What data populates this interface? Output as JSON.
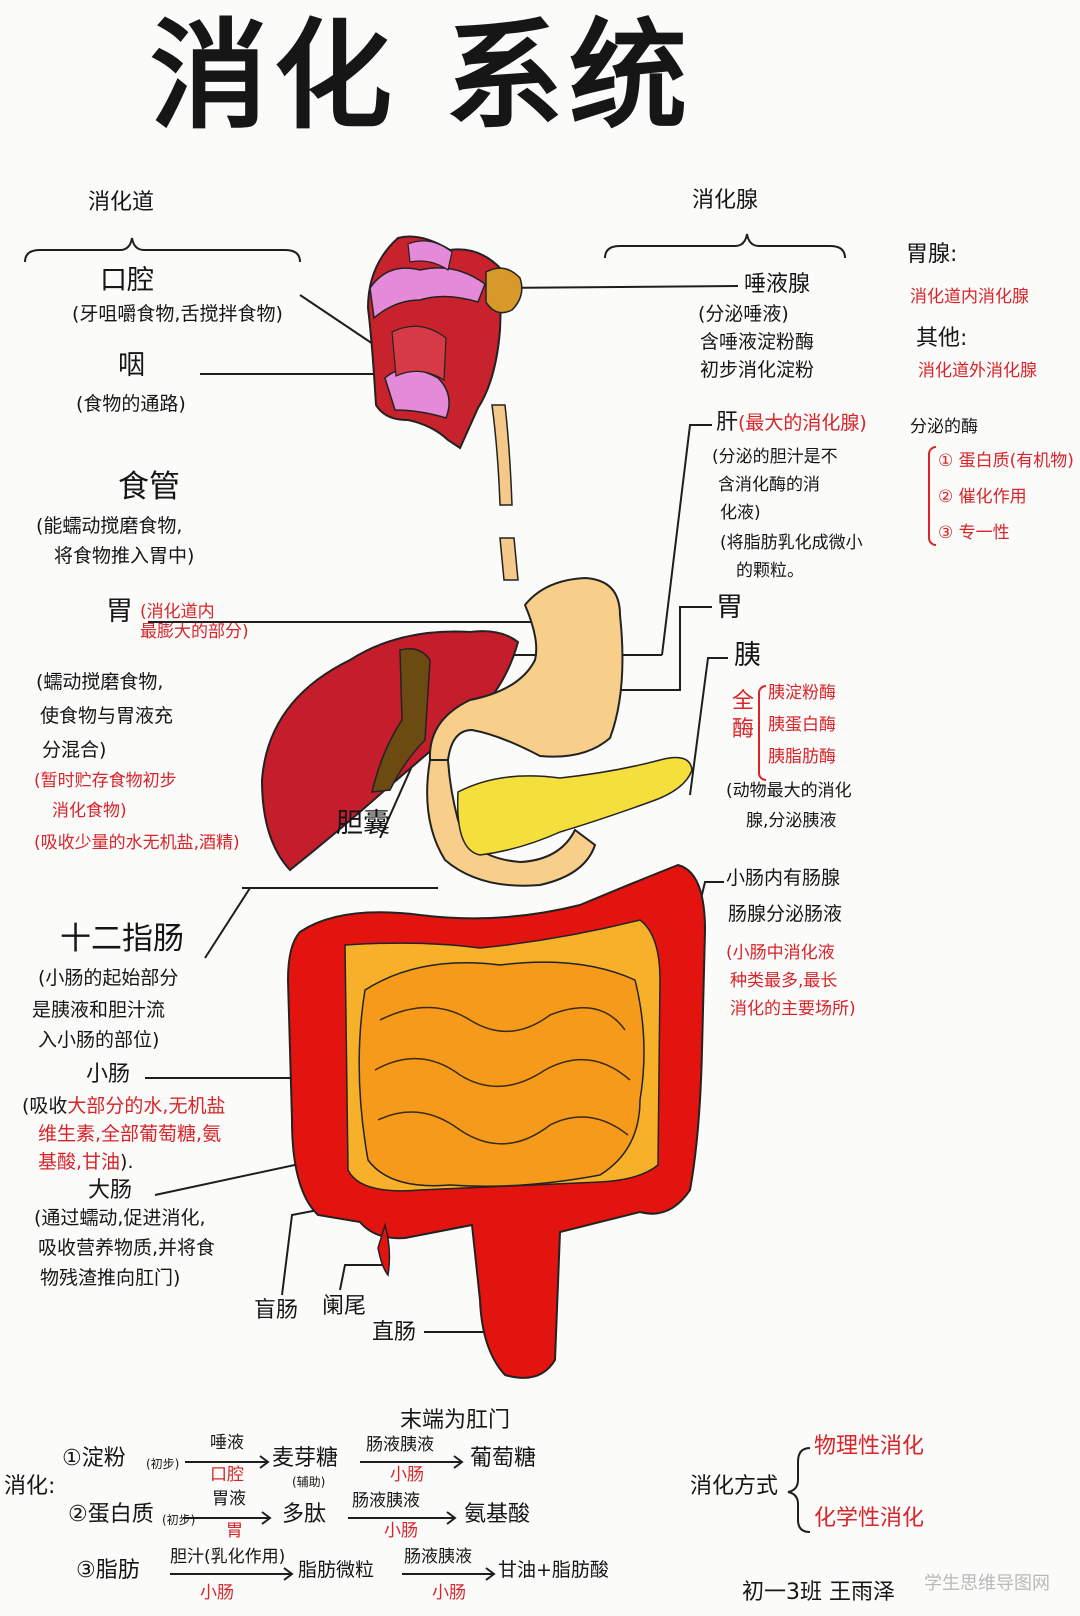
{
  "title": "消化 系统",
  "canal": {
    "heading": "消化道",
    "mouth": "口腔",
    "mouth_note": "(牙咀嚼食物,舌搅拌食物)",
    "pharynx": "咽",
    "pharynx_note": "(食物的通路)",
    "esophagus": "食管",
    "esophagus_note1": "(能蠕动搅磨食物,",
    "esophagus_note2": "将食物推入胃中)",
    "stomach": "胃",
    "stomach_red": "(消化道内\n最膨大的部分)",
    "stomach_note1": "(蠕动搅磨食物,",
    "stomach_note2": "使食物与胃液充",
    "stomach_note3": "分混合)",
    "stomach_red2": "(暂时贮存食物初步",
    "stomach_red3": "消化食物)",
    "stomach_red4": "(吸收少量的水无机盐,酒精)",
    "gallbladder": "胆囊",
    "duodenum": "十二指肠",
    "duodenum_note1": "(小肠的起始部分",
    "duodenum_note2": "是胰液和胆汁流",
    "duodenum_note3": "入小肠的部位)",
    "small_intestine": "小肠",
    "si_note1_a": "(吸收",
    "si_note1_b": "大部分的水,无机盐",
    "si_note2": "维生素,全部葡萄糖,氨",
    "si_note3": "基酸,甘油",
    "si_note3_end": ").",
    "large_intestine": "大肠",
    "li_note1": "(通过蠕动,促进消化,",
    "li_note2": "吸收营养物质,并将食",
    "li_note3": "物残渣推向肛门)",
    "cecum": "盲肠",
    "appendix": "阑尾",
    "rectum": "直肠",
    "anus": "末端为肛门"
  },
  "glands": {
    "heading": "消化腺",
    "salivary": "唾液腺",
    "salivary_note1": "(分泌唾液)",
    "salivary_note2": "含唾液淀粉酶",
    "salivary_note3": "初步消化淀粉",
    "liver": "肝",
    "liver_red": "(最大的消化腺)",
    "liver_note1": "(分泌的胆汁是不",
    "liver_note2": "含消化酶的消",
    "liver_note3": "化液)",
    "liver_note4": "(将脂肪乳化成微小",
    "liver_note5": "的颗粒。",
    "stomach": "胃",
    "pancreas": "胰",
    "pancreas_red_side": "全\n酶",
    "pancreas_red1": "胰淀粉酶",
    "pancreas_red2": "胰蛋白酶",
    "pancreas_red3": "胰脂肪酶",
    "pancreas_note1": "(动物最大的消化",
    "pancreas_note2": "腺,分泌胰液",
    "intestinal1": "小肠内有肠腺",
    "intestinal2": "肠腺分泌肠液",
    "intestinal_red1": "(小肠中消化液",
    "intestinal_red2": "种类最多,最长",
    "intestinal_red3": "消化的主要场所)"
  },
  "right_panel": {
    "gastric_gland": "胃腺:",
    "gastric_red": "消化道内消化腺",
    "other": "其他:",
    "other_red": "消化道外消化腺",
    "enzyme_title": "分泌的酶",
    "enzyme1": "① 蛋白质(有机物)",
    "enzyme2": "② 催化作用",
    "enzyme3": "③ 专一性"
  },
  "digestion": {
    "label": "消化:",
    "r1_name": "①淀粉",
    "r1_tag": "(初步)",
    "r1_top": "唾液",
    "r1_bottom": "口腔",
    "r1_mid": "麦芽糖",
    "r1_tag2": "(辅助)",
    "r1_top2": "肠液胰液",
    "r1_bottom2": "小肠",
    "r1_end": "葡萄糖",
    "r2_name": "②蛋白质",
    "r2_tag": "(初步)",
    "r2_top": "胃液",
    "r2_bottom": "胃",
    "r2_mid": "多肽",
    "r2_top2": "肠液胰液",
    "r2_bottom2": "小肠",
    "r2_end": "氨基酸",
    "r3_name": "③脂肪",
    "r3_top": "胆汁(乳化作用)",
    "r3_bottom": "小肠",
    "r3_mid": "脂肪微粒",
    "r3_top2": "肠液胰液",
    "r3_bottom2": "小肠",
    "r3_end": "甘油+脂肪酸",
    "method_label": "消化方式",
    "method1": "物理性消化",
    "method2": "化学性消化"
  },
  "signature": "初一3班 王雨泽",
  "watermark": "学生思维导图网",
  "colors": {
    "accent_red": "#d8242a",
    "liver": "#c41d2c",
    "stomach": "#f7cf8a",
    "pancreas": "#f4df3c",
    "large_intestine": "#e3140f",
    "small_intestine": "#f59a1a",
    "gallbladder": "#6b4b12",
    "pharynx_pink": "#e58ad8"
  }
}
